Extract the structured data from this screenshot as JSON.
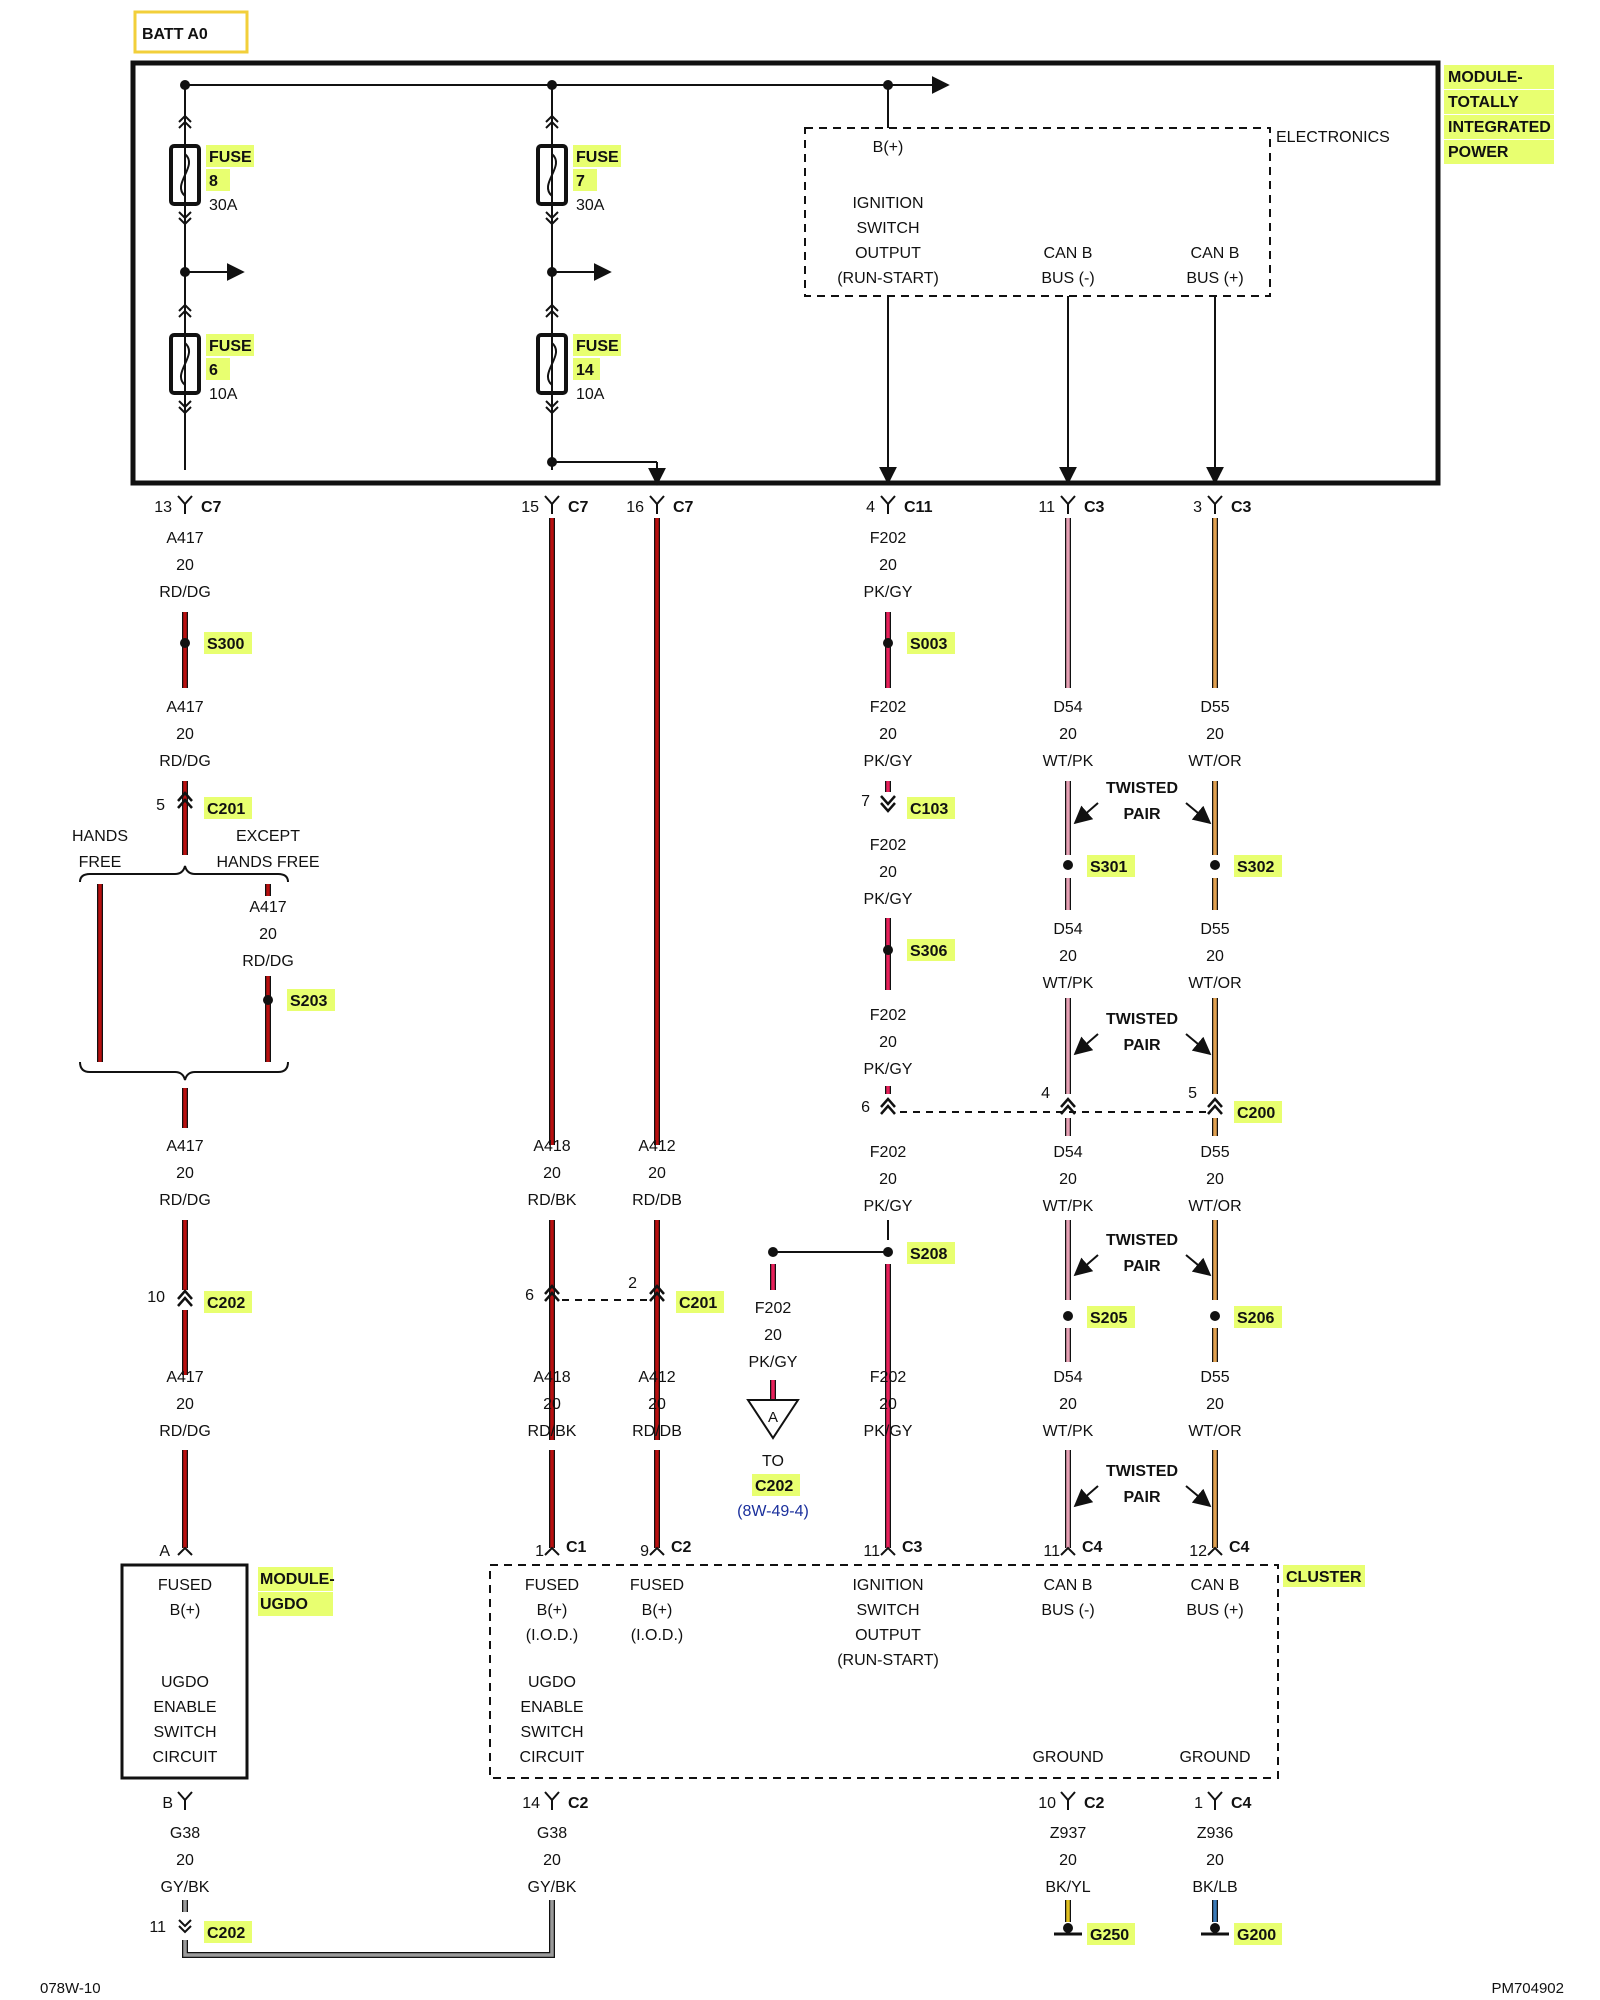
{
  "batt": "BATT A0",
  "tipm": {
    "title": [
      "MODULE-",
      "TOTALLY",
      "INTEGRATED",
      "POWER"
    ]
  },
  "fuses": [
    {
      "l1": "FUSE",
      "l2": "8",
      "amp": "30A"
    },
    {
      "l1": "FUSE",
      "l2": "6",
      "amp": "10A"
    },
    {
      "l1": "FUSE",
      "l2": "7",
      "amp": "30A"
    },
    {
      "l1": "FUSE",
      "l2": "14",
      "amp": "10A"
    }
  ],
  "electronics": {
    "title": "ELECTRONICS",
    "bplus": "B(+)",
    "ign": [
      "IGNITION",
      "SWITCH",
      "OUTPUT",
      "(RUN-START)"
    ],
    "canb_neg": [
      "CAN B",
      "BUS (-)"
    ],
    "canb_pos": [
      "CAN B",
      "BUS (+)"
    ]
  },
  "connectors": {
    "c7_13": {
      "pin": "13",
      "name": "C7"
    },
    "c7_15": {
      "pin": "15",
      "name": "C7"
    },
    "c7_16": {
      "pin": "16",
      "name": "C7"
    },
    "c11_4": {
      "pin": "4",
      "name": "C11"
    },
    "c3_11": {
      "pin": "11",
      "name": "C3"
    },
    "c3_3": {
      "pin": "3",
      "name": "C3"
    },
    "c201_5": {
      "pin": "5",
      "name": "C201"
    },
    "c103_7": {
      "pin": "7",
      "name": "C103"
    },
    "c200": {
      "pin6": "6",
      "pin4": "4",
      "pin5": "5",
      "name": "C200"
    },
    "c202_10": {
      "pin": "10",
      "name": "C202"
    },
    "c201_62": {
      "pin6": "6",
      "pin2": "2",
      "name": "C201"
    },
    "ugdo_a": {
      "pin": "A"
    },
    "cl_c1": {
      "pin": "1",
      "name": "C1"
    },
    "cl_c2_9": {
      "pin": "9",
      "name": "C2"
    },
    "cl_c3": {
      "pin": "11",
      "name": "C3"
    },
    "cl_c4_11": {
      "pin": "11",
      "name": "C4"
    },
    "cl_c4_12": {
      "pin": "12",
      "name": "C4"
    },
    "ugdo_b": {
      "pin": "B"
    },
    "cl_c2_14": {
      "pin": "14",
      "name": "C2"
    },
    "cl_c2_10": {
      "pin": "10",
      "name": "C2"
    },
    "cl_c4_1": {
      "pin": "1",
      "name": "C4"
    },
    "c202_11": {
      "pin": "11",
      "name": "C202"
    }
  },
  "splices": {
    "s300": "S300",
    "s003": "S003",
    "s203": "S203",
    "s306": "S306",
    "s301": "S301",
    "s302": "S302",
    "s208": "S208",
    "s205": "S205",
    "s206": "S206"
  },
  "wires": {
    "a417": [
      "A417",
      "20",
      "RD/DG"
    ],
    "a418": [
      "A418",
      "20",
      "RD/BK"
    ],
    "a412": [
      "A412",
      "20",
      "RD/DB"
    ],
    "f202": [
      "F202",
      "20",
      "PK/GY"
    ],
    "d54": [
      "D54",
      "20",
      "WT/PK"
    ],
    "d55": [
      "D55",
      "20",
      "WT/OR"
    ],
    "g38": [
      "G38",
      "20",
      "GY/BK"
    ],
    "z937": [
      "Z937",
      "20",
      "BK/YL"
    ],
    "z936": [
      "Z936",
      "20",
      "BK/LB"
    ]
  },
  "twisted": [
    "TWISTED",
    "PAIR"
  ],
  "hands_free": [
    "HANDS",
    "FREE"
  ],
  "except_hands_free": [
    "EXCEPT",
    "HANDS FREE"
  ],
  "offpage": {
    "letter": "A",
    "to": "TO",
    "conn": "C202",
    "ref": "(8W-49-4)"
  },
  "ugdo": {
    "title": [
      "MODULE-",
      "UGDO"
    ],
    "fused": [
      "FUSED",
      "B(+)"
    ],
    "enable": [
      "UGDO",
      "ENABLE",
      "SWITCH",
      "CIRCUIT"
    ]
  },
  "cluster": {
    "title": "CLUSTER",
    "fused_iod": [
      "FUSED",
      "B(+)",
      "(I.O.D.)"
    ],
    "ugdo_enable": [
      "UGDO",
      "ENABLE",
      "SWITCH",
      "CIRCUIT"
    ],
    "ign": [
      "IGNITION",
      "SWITCH",
      "OUTPUT",
      "(RUN-START)"
    ],
    "canb_neg": [
      "CAN B",
      "BUS (-)"
    ],
    "canb_pos": [
      "CAN B",
      "BUS (+)"
    ],
    "ground": "GROUND"
  },
  "grounds": {
    "g250": "G250",
    "g200": "G200"
  },
  "footer": {
    "left": "078W-10",
    "right": "PM704902"
  },
  "colors": {
    "rd": "#b80f0f",
    "pk": "#e8205a",
    "d54": "#e6a0b4",
    "d55": "#e0a050",
    "gy": "#9a9a9a",
    "hi": "#e8ff70",
    "batt_box": "#f2cf3a"
  }
}
